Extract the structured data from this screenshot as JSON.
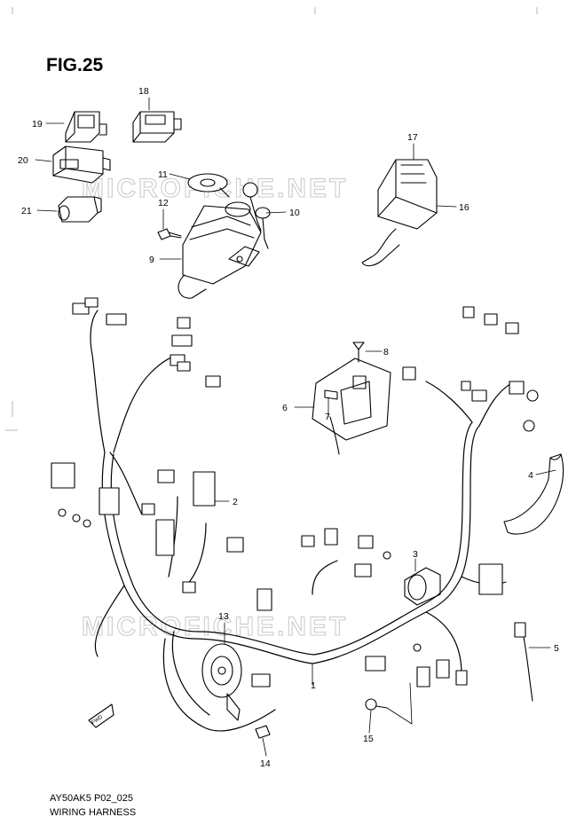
{
  "figure": {
    "title": "FIG.25",
    "code": "AY50AK5 P02_025",
    "name": "WIRING HARNESS"
  },
  "watermark": "MICROFICHE.NET",
  "direction_label": "FWD",
  "parts": [
    {
      "no": "1"
    },
    {
      "no": "2"
    },
    {
      "no": "3"
    },
    {
      "no": "4"
    },
    {
      "no": "5"
    },
    {
      "no": "6"
    },
    {
      "no": "7"
    },
    {
      "no": "8"
    },
    {
      "no": "9"
    },
    {
      "no": "10"
    },
    {
      "no": "11"
    },
    {
      "no": "12"
    },
    {
      "no": "13"
    },
    {
      "no": "14"
    },
    {
      "no": "15"
    },
    {
      "no": "16"
    },
    {
      "no": "17"
    },
    {
      "no": "18"
    },
    {
      "no": "19"
    },
    {
      "no": "20"
    },
    {
      "no": "21"
    }
  ],
  "colors": {
    "line": "#000000",
    "watermark": "#c8c8c8",
    "background": "#ffffff"
  }
}
